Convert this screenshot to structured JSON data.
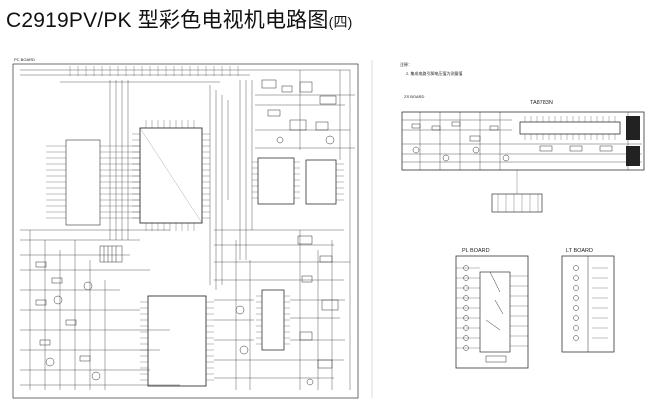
{
  "title": {
    "main": "C2919PV/PK 型彩色电视机电路图",
    "sub": "(四)"
  },
  "notes": {
    "heading": "注释：",
    "line2": "2. 集成电路引脚电压值为测量值"
  },
  "boards": {
    "main": "PC BOARD",
    "zs": "ZS BOARD",
    "zs_chip": "TA8783N",
    "pl": "PL BOARD",
    "lt": "LT BOARD"
  }
}
